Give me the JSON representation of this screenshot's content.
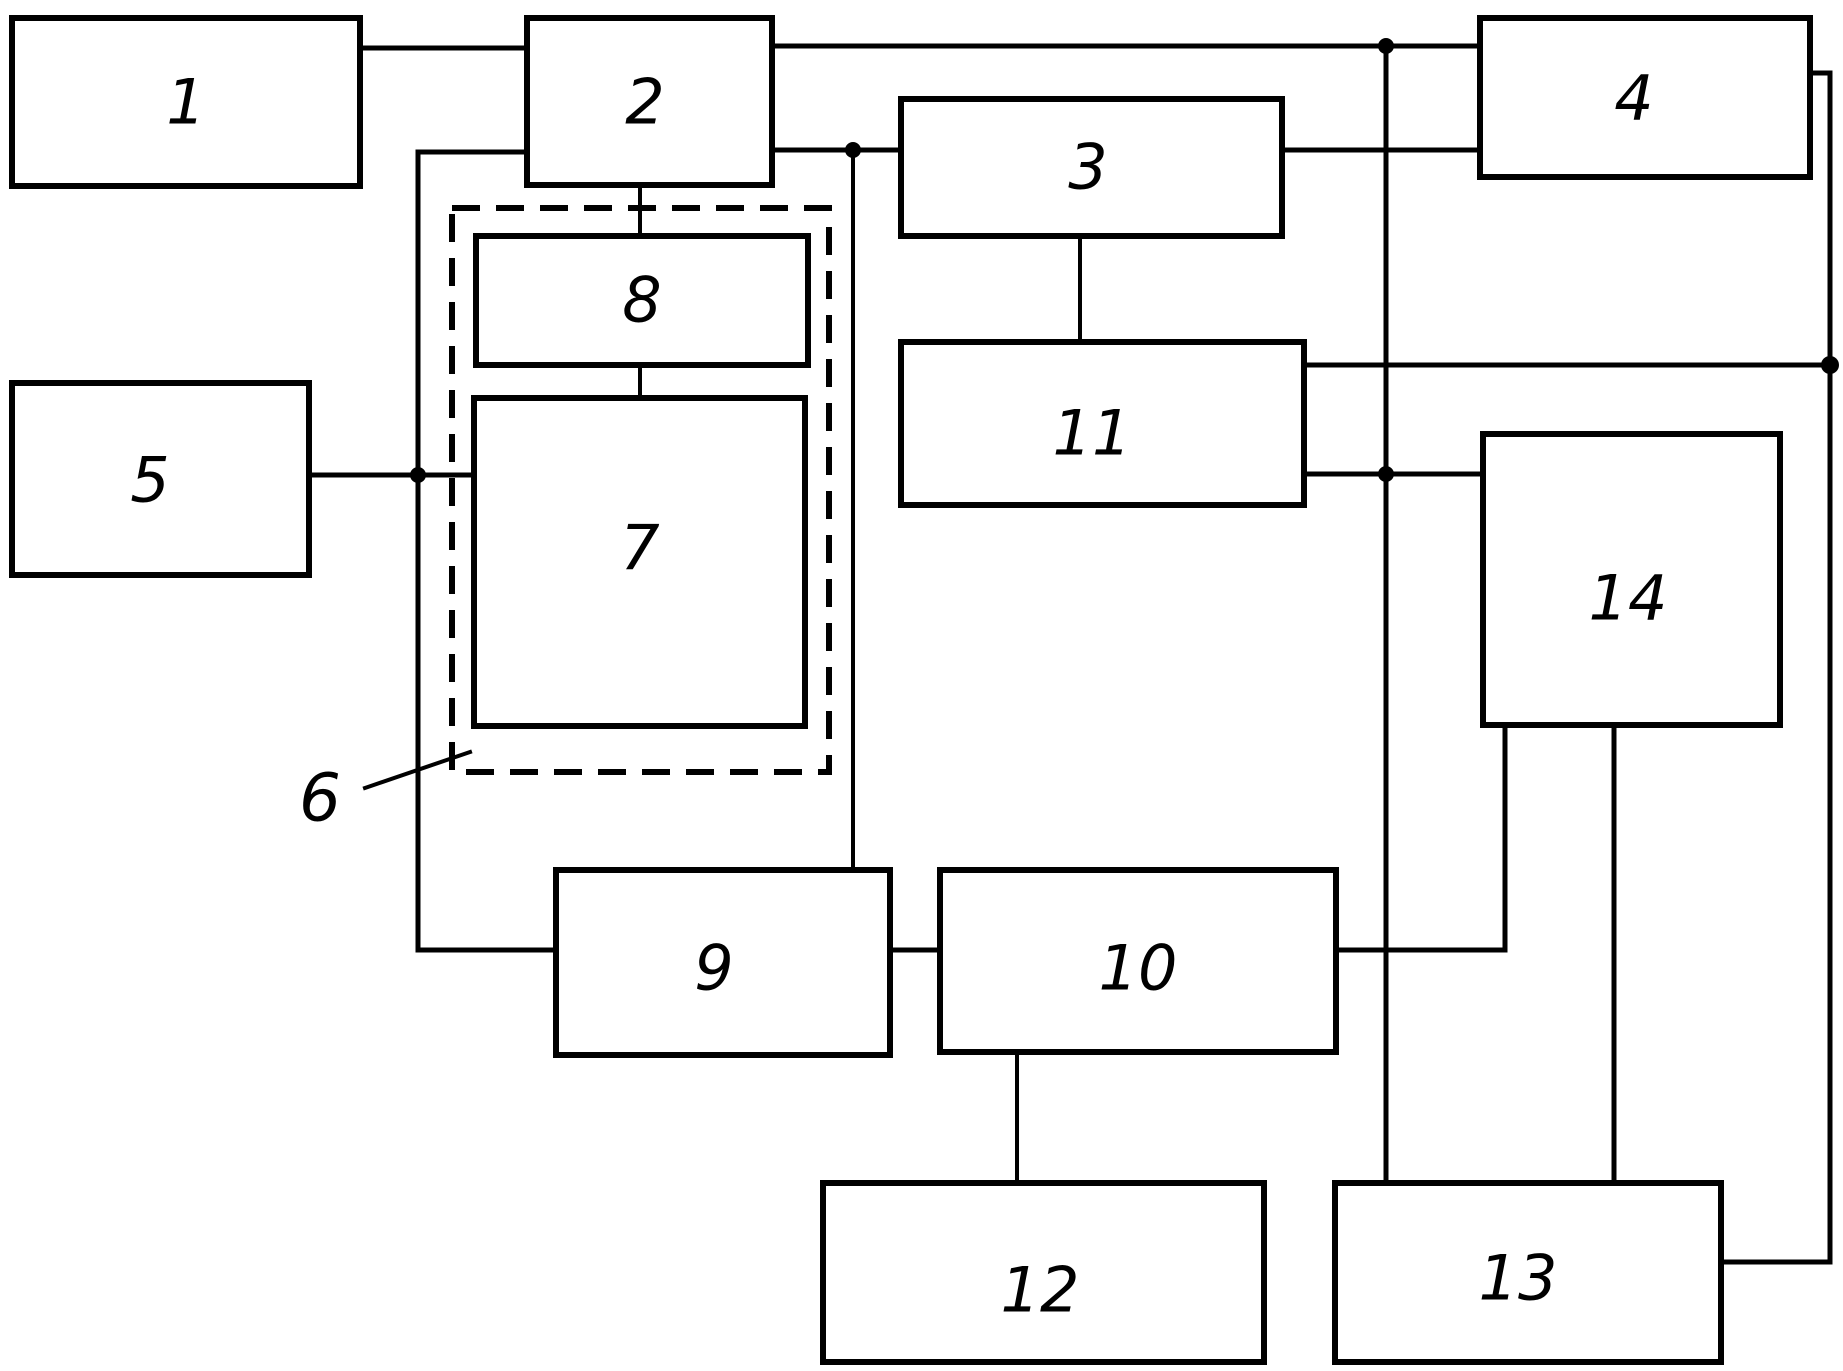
{
  "diagram": {
    "type": "block-diagram",
    "line_color": "#000000",
    "background": "#ffffff",
    "blocks": [
      {
        "id": "1",
        "label": "1"
      },
      {
        "id": "2",
        "label": "2"
      },
      {
        "id": "3",
        "label": "3"
      },
      {
        "id": "4",
        "label": "4"
      },
      {
        "id": "5",
        "label": "5"
      },
      {
        "id": "7",
        "label": "7"
      },
      {
        "id": "8",
        "label": "8"
      },
      {
        "id": "9",
        "label": "9"
      },
      {
        "id": "10",
        "label": "10"
      },
      {
        "id": "11",
        "label": "11"
      },
      {
        "id": "12",
        "label": "12"
      },
      {
        "id": "13",
        "label": "13"
      },
      {
        "id": "14",
        "label": "14"
      }
    ],
    "enclosure": {
      "id": "6",
      "label": "6",
      "style": "dashed",
      "contains": [
        "7",
        "8"
      ]
    },
    "connections": [
      {
        "from": "1",
        "to": "2"
      },
      {
        "from": "2",
        "to": "4"
      },
      {
        "from": "2",
        "to": "3"
      },
      {
        "from": "2",
        "to": "8"
      },
      {
        "from": "8",
        "to": "7"
      },
      {
        "from": "2",
        "to": "9"
      },
      {
        "from": "5",
        "to": "7"
      },
      {
        "from": "5",
        "to": "9"
      },
      {
        "from": "2",
        "to": "9",
        "via": "junction-left-of-3"
      },
      {
        "from": "3",
        "to": "11"
      },
      {
        "from": "3",
        "to": "4"
      },
      {
        "from": "9",
        "to": "10"
      },
      {
        "from": "10",
        "to": "12"
      },
      {
        "from": "10",
        "to": "14"
      },
      {
        "from": "14",
        "to": "13"
      },
      {
        "from": "11",
        "to": "14"
      },
      {
        "from": "11",
        "to": "13",
        "via": "right-bus"
      },
      {
        "from": "4",
        "to": "13",
        "via": "right-bus"
      },
      {
        "from": "2",
        "to": "13",
        "via": "center-bus"
      }
    ]
  }
}
